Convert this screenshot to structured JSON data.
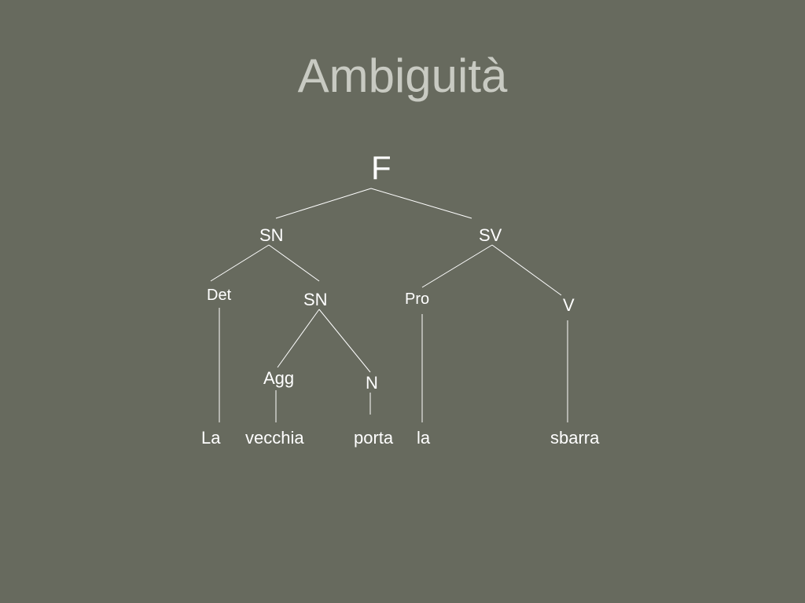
{
  "title": "Ambiguità",
  "tree": {
    "root": "F",
    "sn_top": "SN",
    "sv": "SV",
    "det": "Det",
    "sn_inner": "SN",
    "pro": "Pro",
    "v": "V",
    "agg": "Agg",
    "n": "N"
  },
  "words": {
    "la_1": "La",
    "vecchia": "vecchia",
    "porta": "porta",
    "la_2": "la",
    "sbarra": "sbarra"
  },
  "colors": {
    "background": "#676a5e",
    "title": "#c8cac2",
    "text": "#ffffff"
  }
}
